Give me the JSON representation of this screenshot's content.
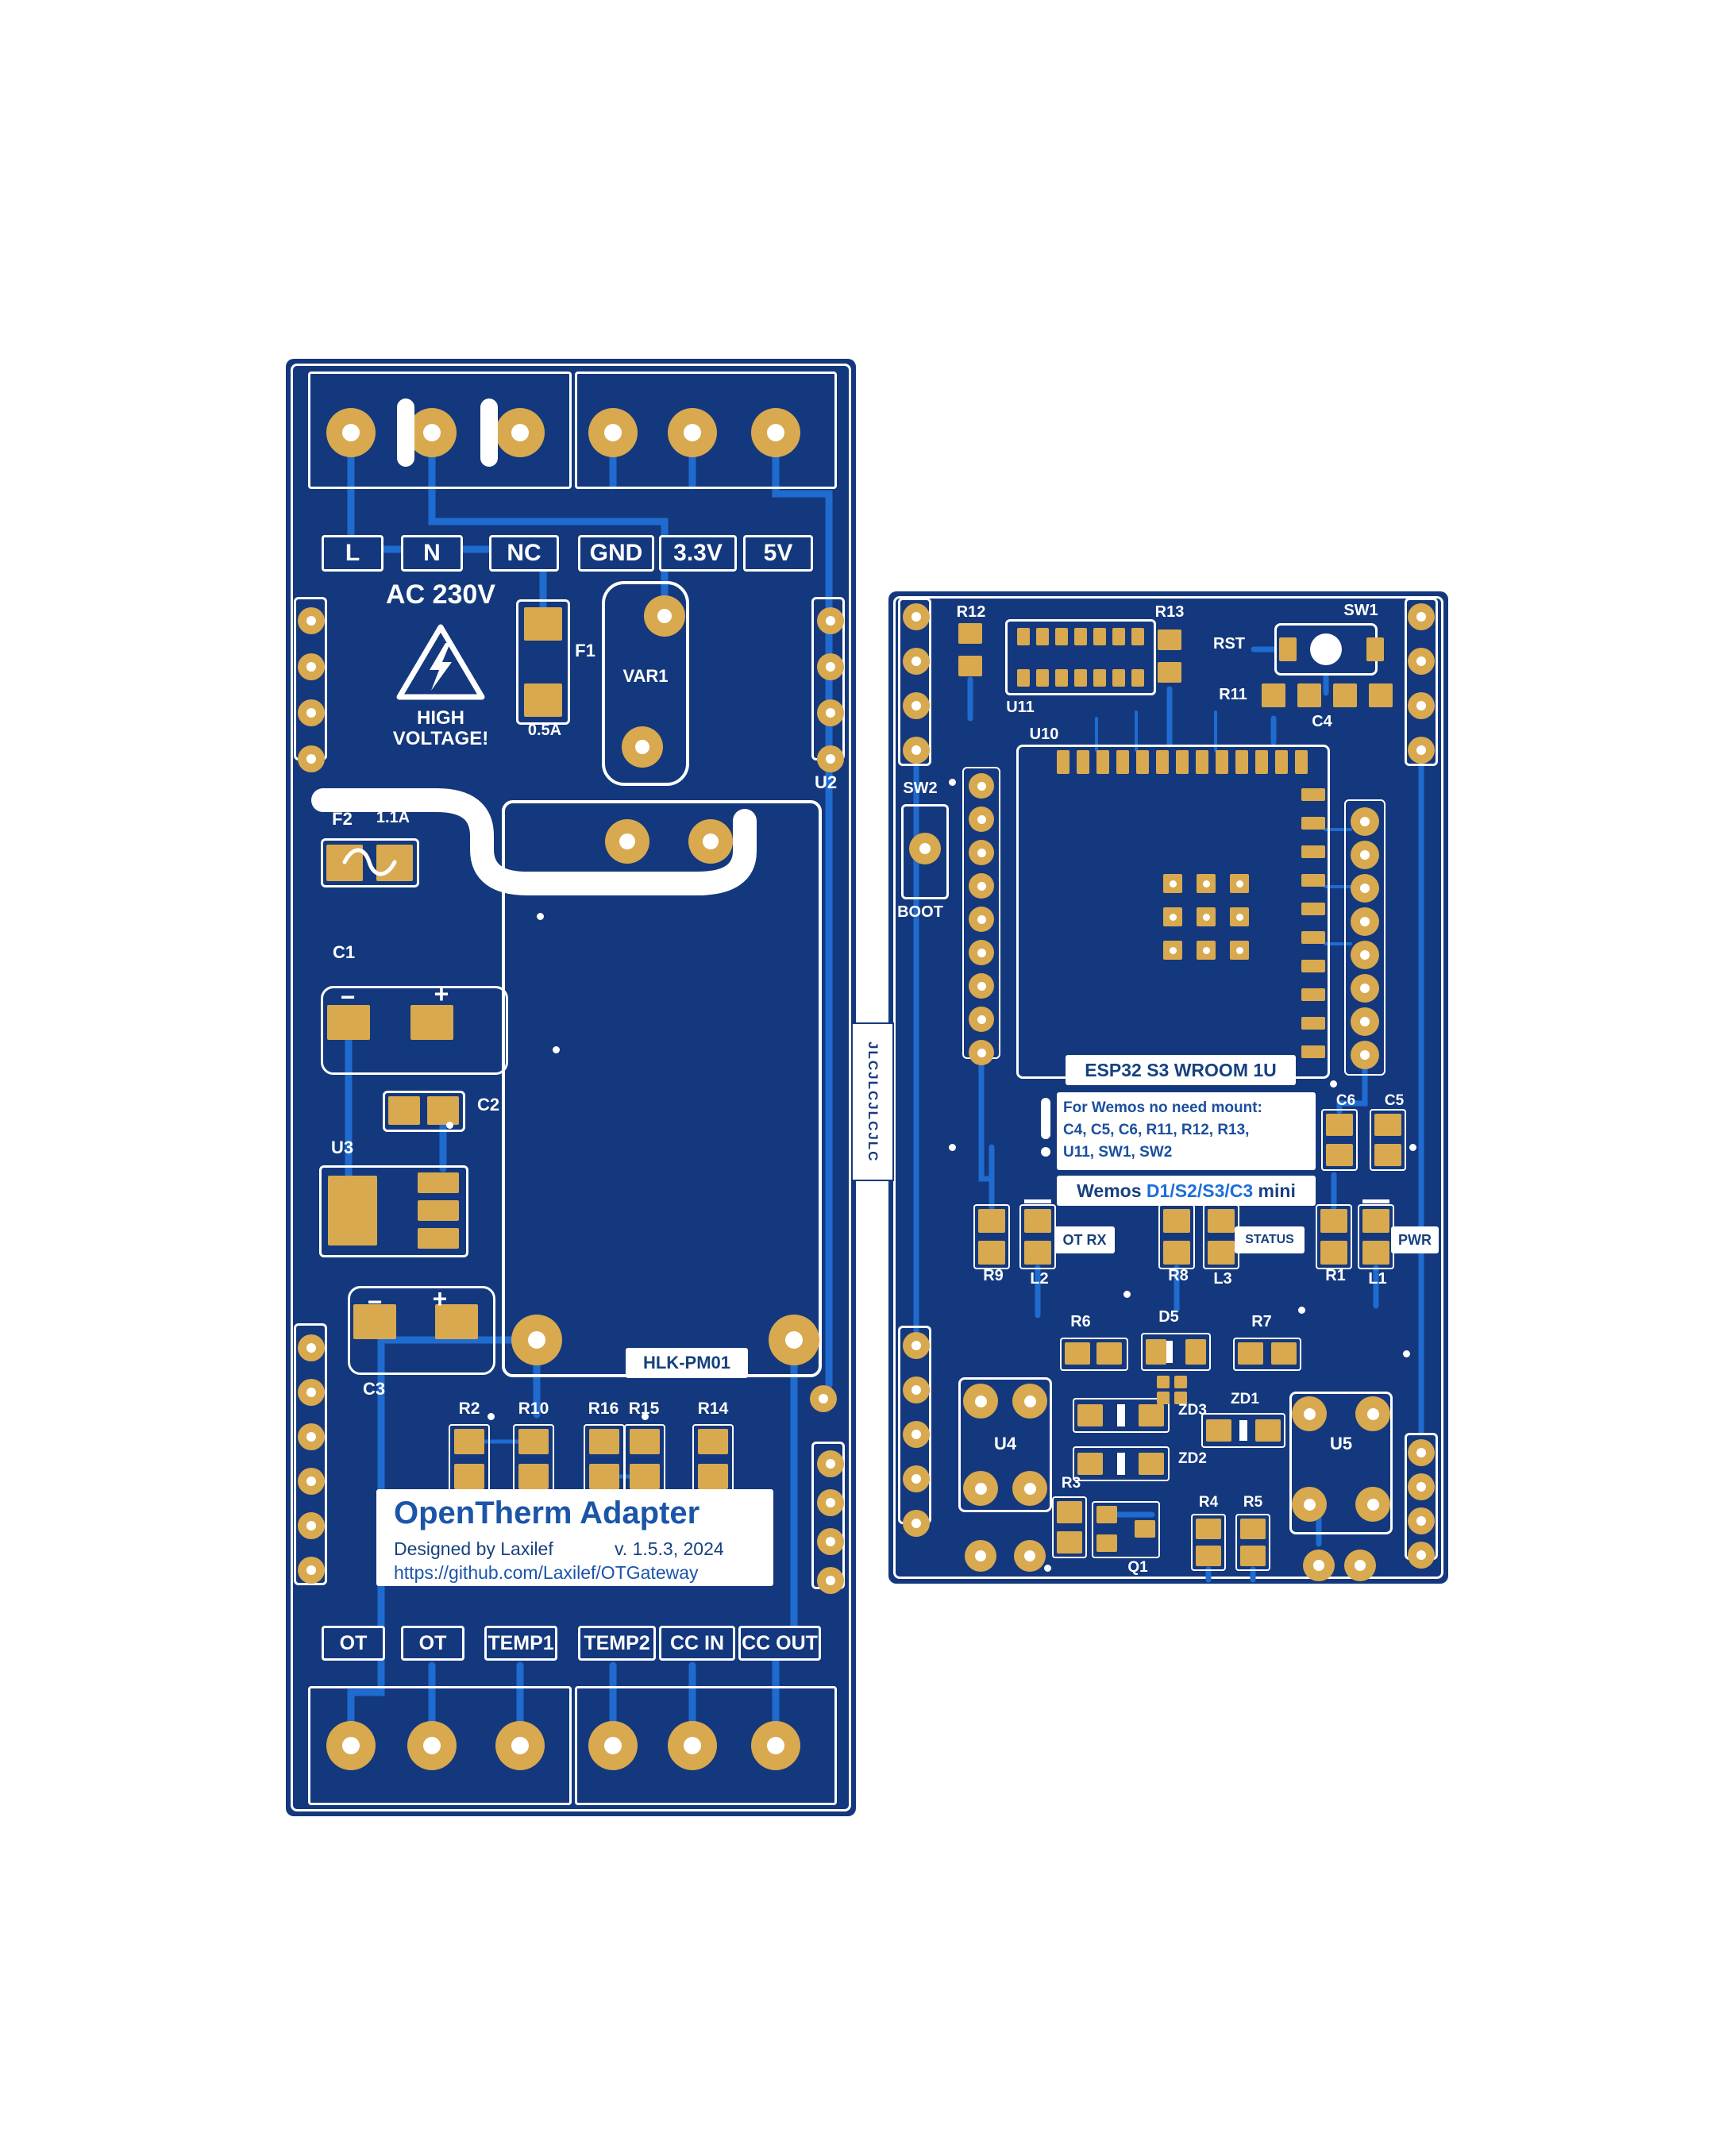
{
  "panel_tab": {
    "text": "JLCJLCJLCJLC"
  },
  "power_board": {
    "top_terminals": [
      "L",
      "N",
      "NC"
    ],
    "rails": [
      "GND",
      "3.3V",
      "5V"
    ],
    "ac_label": "AC 230V",
    "warning_line1": "HIGH",
    "warning_line2": "VOLTAGE!",
    "f1_ref": "F1",
    "f1_rating": "0.5A",
    "var1_ref": "VAR1",
    "u2_ref": "U2",
    "f2_ref": "F2",
    "f2_rating": "1.1A",
    "c1_ref": "C1",
    "c2_ref": "C2",
    "u3_ref": "U3",
    "c3_ref": "C3",
    "plus": "+",
    "minus": "−",
    "module_ref": "HLK-PM01",
    "resistors": [
      "R2",
      "R10",
      "R16",
      "R15",
      "R14"
    ],
    "info_title": "OpenTherm Adapter",
    "info_byline": "Designed by Laxilef",
    "info_version": "v. 1.5.3, 2024",
    "info_url": "https://github.com/Laxilef/OTGateway",
    "bottom_terminals": [
      "OT",
      "OT",
      "TEMP1",
      "TEMP2",
      "CC IN",
      "CC OUT"
    ]
  },
  "mcu_board": {
    "r12": "R12",
    "r13": "R13",
    "rst": "RST",
    "sw1": "SW1",
    "r11": "R11",
    "c4": "C4",
    "u11": "U11",
    "u10": "U10",
    "sw2": "SW2",
    "boot": "BOOT",
    "module_label": "ESP32 S3 WROOM 1U",
    "note_line1": "For Wemos no need mount:",
    "note_line2": "C4, C5, C6, R11, R12, R13,",
    "note_line3": "U11, SW1, SW2",
    "wemos_prefix": "Wemos ",
    "wemos_models": "D1/S2/S3/C3",
    "wemos_suffix": " mini",
    "c6": "C6",
    "c5": "C5",
    "r9": "R9",
    "l2": "L2",
    "otrx": "OT RX",
    "r8": "R8",
    "l3": "L3",
    "status": "STATUS",
    "r1": "R1",
    "l1": "L1",
    "pwr": "PWR",
    "r6": "R6",
    "d5": "D5",
    "r7": "R7",
    "zd3": "ZD3",
    "zd2": "ZD2",
    "zd1": "ZD1",
    "u4": "U4",
    "u5": "U5",
    "r3": "R3",
    "q1": "Q1",
    "r4": "R4",
    "r5": "R5"
  }
}
